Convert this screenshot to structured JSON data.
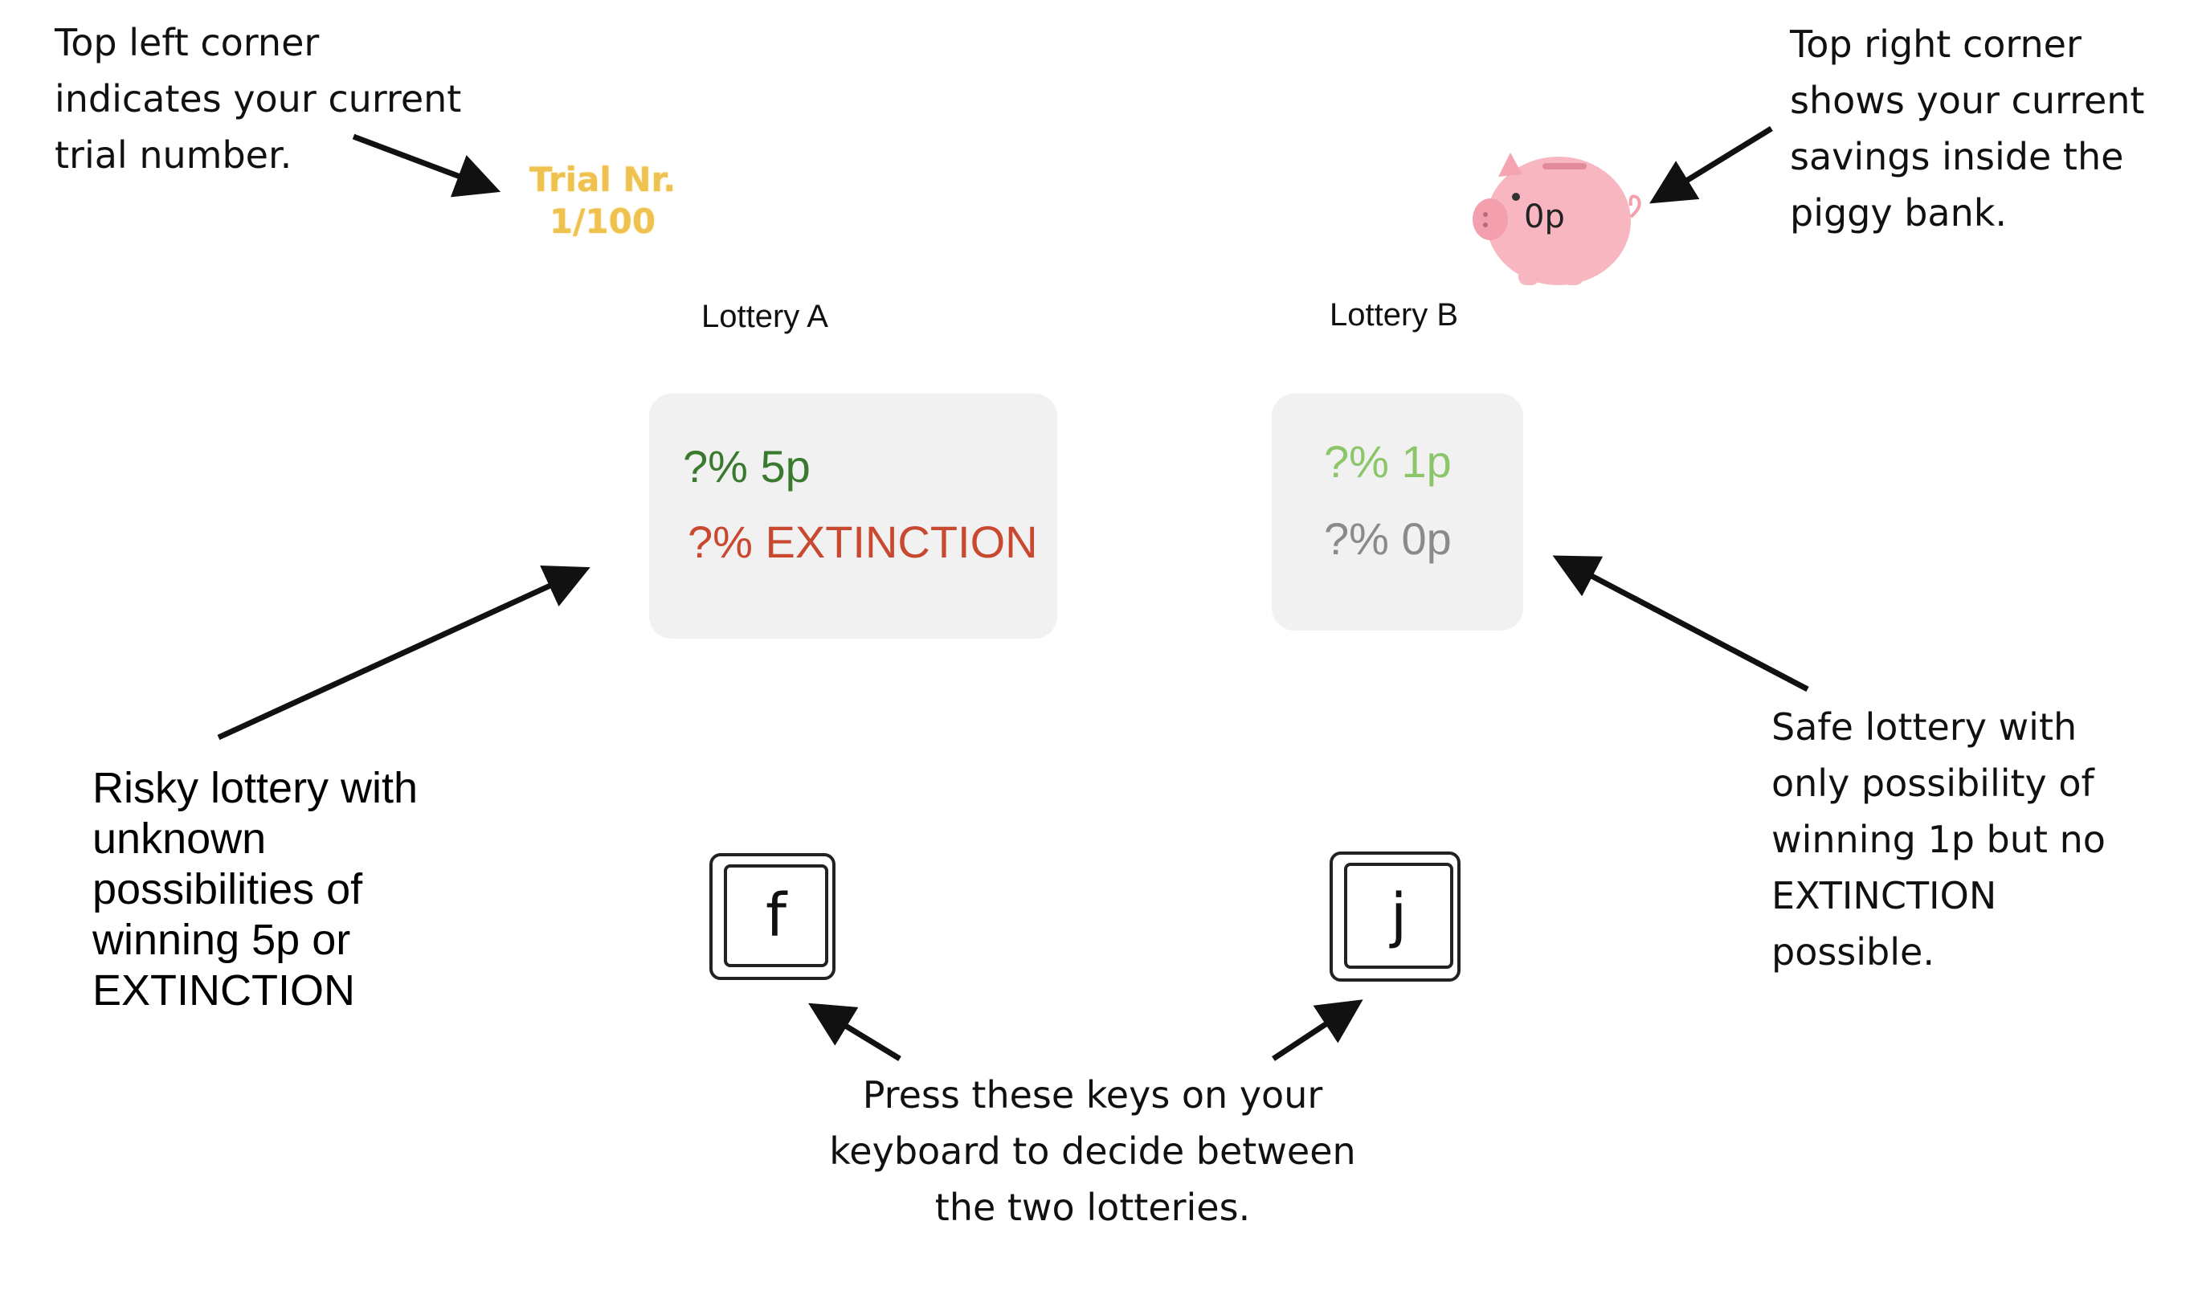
{
  "annotations": {
    "top_left": "Top left corner\nindicates your current\ntrial number.",
    "top_right": "Top right corner\nshows your current\nsavings inside the\npiggy bank.",
    "risky": "Risky lottery with\nunknown\npossibilities of\nwinning 5p or\nEXTINCTION",
    "safe": "Safe lottery with\nonly possibility of\nwinning 1p but no\nEXTINCTION\npossible.",
    "keys": "Press these keys on your\nkeyboard to decide between\nthe two lotteries."
  },
  "trial": {
    "label": "Trial Nr.",
    "value": "1/100"
  },
  "piggy_bank": {
    "savings": "0p"
  },
  "lottery_a": {
    "title": "Lottery A",
    "option_win": "?% 5p",
    "option_loss": "?% EXTINCTION",
    "key": "f"
  },
  "lottery_b": {
    "title": "Lottery B",
    "option_win": "?% 1p",
    "option_loss": "?% 0p",
    "key": "j"
  },
  "colors": {
    "win_a": "#3a7a2e",
    "extinction": "#c8492f",
    "win_b": "#8cc66a",
    "zero_b": "#8a8a8a",
    "trial": "#efc24f",
    "piggy": "#f4a9b4"
  }
}
